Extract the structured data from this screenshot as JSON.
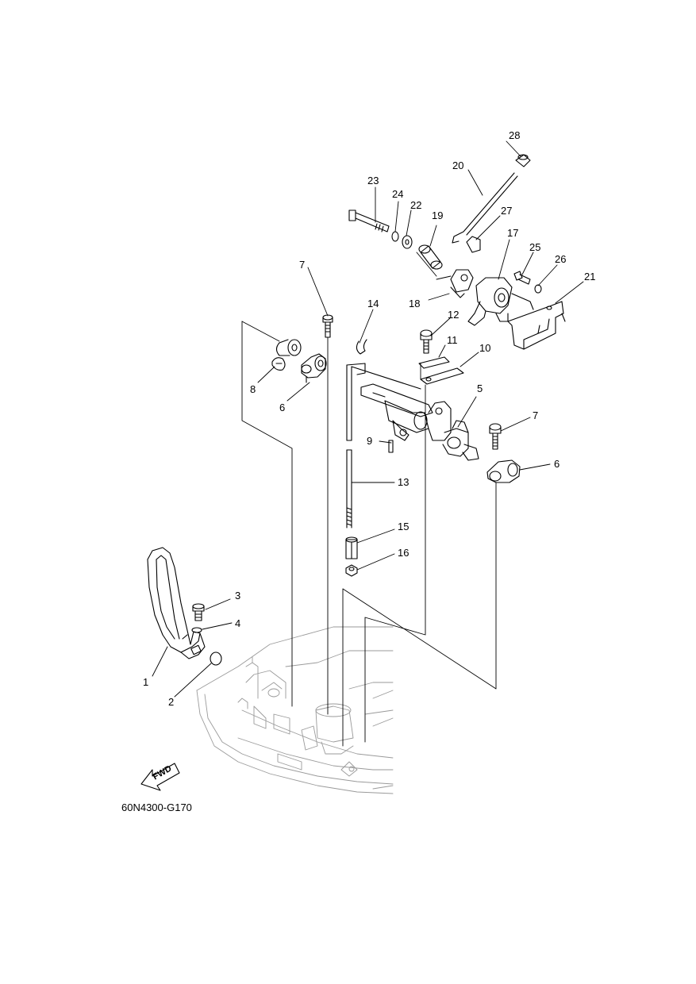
{
  "diagram": {
    "drawing_code": "60N4300-G170",
    "fwd_label": "FWD",
    "callouts": [
      "1",
      "2",
      "3",
      "4",
      "5",
      "6",
      "6",
      "7",
      "7",
      "8",
      "9",
      "10",
      "11",
      "12",
      "13",
      "14",
      "15",
      "16",
      "17",
      "18",
      "19",
      "20",
      "21",
      "22",
      "23",
      "24",
      "25",
      "26",
      "27",
      "28"
    ]
  }
}
